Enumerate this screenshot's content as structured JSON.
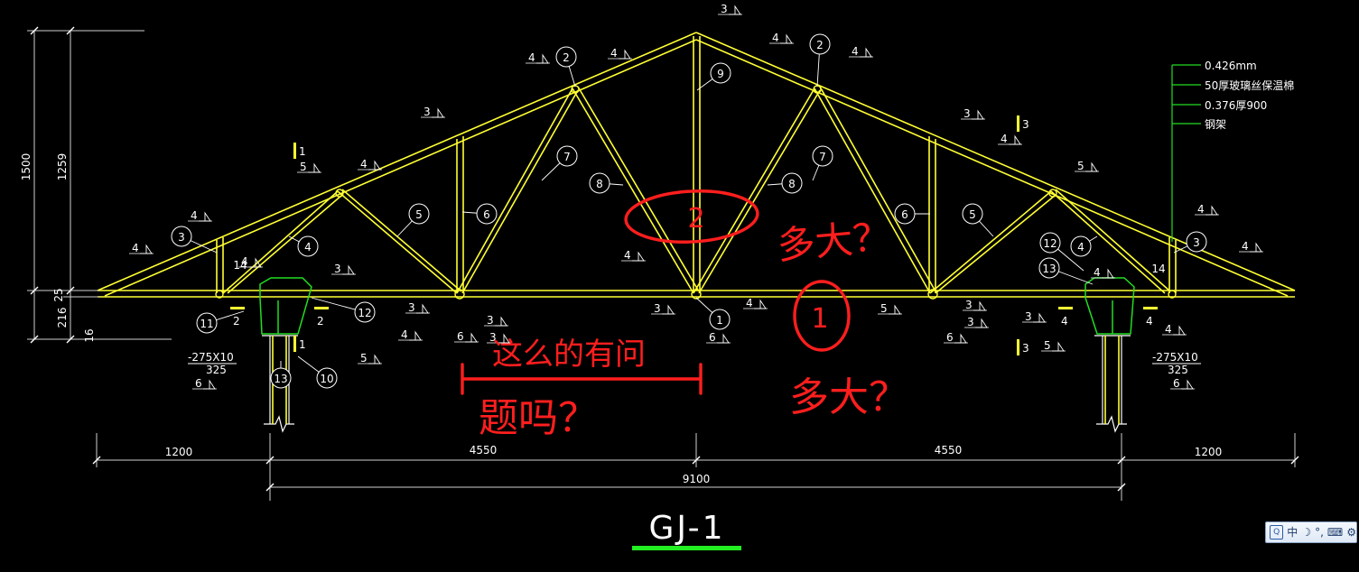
{
  "drawing": {
    "title": "GJ-1",
    "dims": {
      "left_overhang": "1200",
      "left_span": "4550",
      "right_span": "4550",
      "right_overhang": "1200",
      "total_span": "9100",
      "total_height": "1500",
      "truss_height": "1259",
      "seat_25": "25",
      "seat_216": "216",
      "seat_16": "16"
    },
    "roof_layers": [
      "0.426mm",
      "50厚玻璃丝保温棉",
      "0.376厚900",
      "钢架"
    ],
    "left_plate": {
      "size": "-275X10",
      "width": "325"
    },
    "right_plate": {
      "size": "-275X10",
      "width": "325"
    },
    "section_marks": {
      "s1": "1",
      "s2": "2",
      "s3": "3",
      "s4": "4"
    },
    "member_labels": [
      "1",
      "2",
      "3",
      "4",
      "5",
      "6",
      "7",
      "8",
      "9",
      "10",
      "11",
      "12",
      "13",
      "14"
    ],
    "weld_sizes": [
      "3",
      "4",
      "5",
      "6"
    ]
  },
  "annotations": {
    "member2_question": "多大？",
    "member1_question": "多大？",
    "line1": "这么的有问",
    "line2": "题吗？"
  },
  "ime_toolbar": {
    "mode": "中",
    "moon": "☽",
    "punct": "°,",
    "kbd": "⌨",
    "tools": "⚙"
  }
}
